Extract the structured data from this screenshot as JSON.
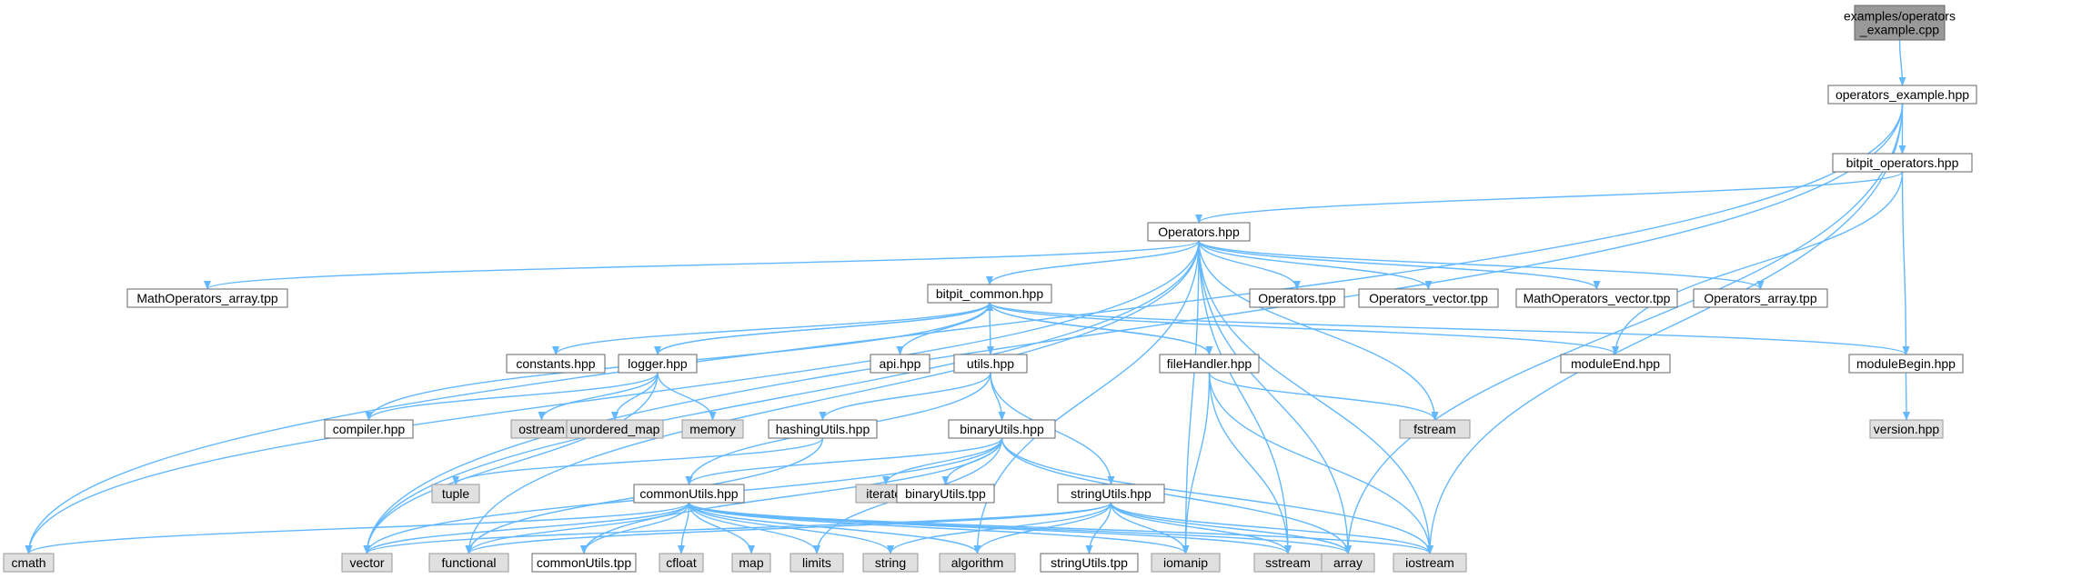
{
  "diagram": {
    "colors": {
      "edge": "#63b8ff",
      "node_border": "#666666",
      "main_fill": "#999999",
      "local_fill": "#ffffff",
      "system_fill": "#e0e0e0",
      "system_border": "#999999"
    },
    "nodes": [
      {
        "id": "root",
        "label": "examples/operators\n_example.cpp",
        "kind": "main"
      },
      {
        "id": "opex",
        "label": "operators_example.hpp",
        "kind": "local"
      },
      {
        "id": "bitop",
        "label": "bitpit_operators.hpp",
        "kind": "local"
      },
      {
        "id": "ops",
        "label": "Operators.hpp",
        "kind": "local"
      },
      {
        "id": "mathops_array",
        "label": "MathOperators_array.tpp",
        "kind": "local"
      },
      {
        "id": "bitcommon",
        "label": "bitpit_common.hpp",
        "kind": "local"
      },
      {
        "id": "ops_tpp",
        "label": "Operators.tpp",
        "kind": "local"
      },
      {
        "id": "ops_vector",
        "label": "Operators_vector.tpp",
        "kind": "local"
      },
      {
        "id": "mathops_vector",
        "label": "MathOperators_vector.tpp",
        "kind": "local"
      },
      {
        "id": "ops_array",
        "label": "Operators_array.tpp",
        "kind": "local"
      },
      {
        "id": "constants",
        "label": "constants.hpp",
        "kind": "local"
      },
      {
        "id": "logger",
        "label": "logger.hpp",
        "kind": "local"
      },
      {
        "id": "api",
        "label": "api.hpp",
        "kind": "local"
      },
      {
        "id": "utils",
        "label": "utils.hpp",
        "kind": "local"
      },
      {
        "id": "filehandler",
        "label": "fileHandler.hpp",
        "kind": "local"
      },
      {
        "id": "moduleend",
        "label": "moduleEnd.hpp",
        "kind": "local"
      },
      {
        "id": "modulebegin",
        "label": "moduleBegin.hpp",
        "kind": "local"
      },
      {
        "id": "compiler",
        "label": "compiler.hpp",
        "kind": "local"
      },
      {
        "id": "ostream",
        "label": "ostream",
        "kind": "system"
      },
      {
        "id": "unordered_map",
        "label": "unordered_map",
        "kind": "system"
      },
      {
        "id": "memory",
        "label": "memory",
        "kind": "system"
      },
      {
        "id": "hashingutils",
        "label": "hashingUtils.hpp",
        "kind": "local"
      },
      {
        "id": "binaryutils",
        "label": "binaryUtils.hpp",
        "kind": "local"
      },
      {
        "id": "fstream",
        "label": "fstream",
        "kind": "system"
      },
      {
        "id": "version",
        "label": "version.hpp",
        "kind": "system"
      },
      {
        "id": "tuple",
        "label": "tuple",
        "kind": "system"
      },
      {
        "id": "iterator",
        "label": "iterator",
        "kind": "system"
      },
      {
        "id": "binaryutils_tpp",
        "label": "binaryUtils.tpp",
        "kind": "local"
      },
      {
        "id": "commonutils",
        "label": "commonUtils.hpp",
        "kind": "local"
      },
      {
        "id": "stringutils",
        "label": "stringUtils.hpp",
        "kind": "local"
      },
      {
        "id": "cmath",
        "label": "cmath",
        "kind": "system"
      },
      {
        "id": "vector",
        "label": "vector",
        "kind": "system"
      },
      {
        "id": "functional",
        "label": "functional",
        "kind": "system"
      },
      {
        "id": "commonutils_tpp",
        "label": "commonUtils.tpp",
        "kind": "local"
      },
      {
        "id": "cfloat",
        "label": "cfloat",
        "kind": "system"
      },
      {
        "id": "map",
        "label": "map",
        "kind": "system"
      },
      {
        "id": "limits",
        "label": "limits",
        "kind": "system"
      },
      {
        "id": "string",
        "label": "string",
        "kind": "system"
      },
      {
        "id": "algorithm",
        "label": "algorithm",
        "kind": "system"
      },
      {
        "id": "stringutils_tpp",
        "label": "stringUtils.tpp",
        "kind": "local"
      },
      {
        "id": "iomanip",
        "label": "iomanip",
        "kind": "system"
      },
      {
        "id": "sstream",
        "label": "sstream",
        "kind": "system"
      },
      {
        "id": "array",
        "label": "array",
        "kind": "system"
      },
      {
        "id": "iostream",
        "label": "iostream",
        "kind": "system"
      }
    ],
    "edges": [
      [
        "root",
        "opex"
      ],
      [
        "opex",
        "bitop"
      ],
      [
        "opex",
        "cmath"
      ],
      [
        "opex",
        "vector"
      ],
      [
        "opex",
        "array"
      ],
      [
        "opex",
        "iostream"
      ],
      [
        "bitop",
        "ops"
      ],
      [
        "bitop",
        "moduleend"
      ],
      [
        "bitop",
        "modulebegin"
      ],
      [
        "ops",
        "mathops_array"
      ],
      [
        "ops",
        "bitcommon"
      ],
      [
        "ops",
        "ops_tpp"
      ],
      [
        "ops",
        "ops_vector"
      ],
      [
        "ops",
        "mathops_vector"
      ],
      [
        "ops",
        "ops_array"
      ],
      [
        "ops",
        "cmath"
      ],
      [
        "ops",
        "vector"
      ],
      [
        "ops",
        "functional"
      ],
      [
        "ops",
        "algorithm"
      ],
      [
        "ops",
        "iomanip"
      ],
      [
        "ops",
        "fstream"
      ],
      [
        "ops",
        "sstream"
      ],
      [
        "ops",
        "array"
      ],
      [
        "ops",
        "iostream"
      ],
      [
        "bitcommon",
        "constants"
      ],
      [
        "bitcommon",
        "logger"
      ],
      [
        "bitcommon",
        "api"
      ],
      [
        "bitcommon",
        "utils"
      ],
      [
        "bitcommon",
        "filehandler"
      ],
      [
        "bitcommon",
        "moduleend"
      ],
      [
        "bitcommon",
        "modulebegin"
      ],
      [
        "bitcommon",
        "compiler"
      ],
      [
        "logger",
        "bitcommon"
      ],
      [
        "logger",
        "compiler"
      ],
      [
        "logger",
        "ostream"
      ],
      [
        "logger",
        "unordered_map"
      ],
      [
        "logger",
        "memory"
      ],
      [
        "logger",
        "vector"
      ],
      [
        "filehandler",
        "bitcommon"
      ],
      [
        "filehandler",
        "fstream"
      ],
      [
        "filehandler",
        "iomanip"
      ],
      [
        "filehandler",
        "sstream"
      ],
      [
        "filehandler",
        "iostream"
      ],
      [
        "utils",
        "hashingutils"
      ],
      [
        "utils",
        "binaryutils"
      ],
      [
        "utils",
        "commonutils"
      ],
      [
        "utils",
        "stringutils"
      ],
      [
        "modulebegin",
        "version"
      ],
      [
        "hashingutils",
        "tuple"
      ],
      [
        "hashingutils",
        "functional"
      ],
      [
        "binaryutils",
        "iterator"
      ],
      [
        "binaryutils",
        "binaryutils_tpp"
      ],
      [
        "binaryutils",
        "commonutils"
      ],
      [
        "binaryutils",
        "vector"
      ],
      [
        "binaryutils",
        "commonutils_tpp"
      ],
      [
        "binaryutils",
        "limits"
      ],
      [
        "binaryutils",
        "array"
      ],
      [
        "binaryutils",
        "iostream"
      ],
      [
        "commonutils",
        "cmath"
      ],
      [
        "commonutils",
        "vector"
      ],
      [
        "commonutils",
        "functional"
      ],
      [
        "commonutils",
        "commonutils_tpp"
      ],
      [
        "commonutils",
        "cfloat"
      ],
      [
        "commonutils",
        "map"
      ],
      [
        "commonutils",
        "limits"
      ],
      [
        "commonutils",
        "string"
      ],
      [
        "commonutils",
        "algorithm"
      ],
      [
        "commonutils",
        "iomanip"
      ],
      [
        "commonutils",
        "sstream"
      ],
      [
        "commonutils",
        "array"
      ],
      [
        "commonutils",
        "iostream"
      ],
      [
        "stringutils",
        "vector"
      ],
      [
        "stringutils",
        "functional"
      ],
      [
        "stringutils",
        "string"
      ],
      [
        "stringutils",
        "algorithm"
      ],
      [
        "stringutils",
        "stringutils_tpp"
      ],
      [
        "stringutils",
        "iomanip"
      ],
      [
        "stringutils",
        "sstream"
      ],
      [
        "stringutils",
        "array"
      ],
      [
        "stringutils",
        "iostream"
      ]
    ]
  }
}
